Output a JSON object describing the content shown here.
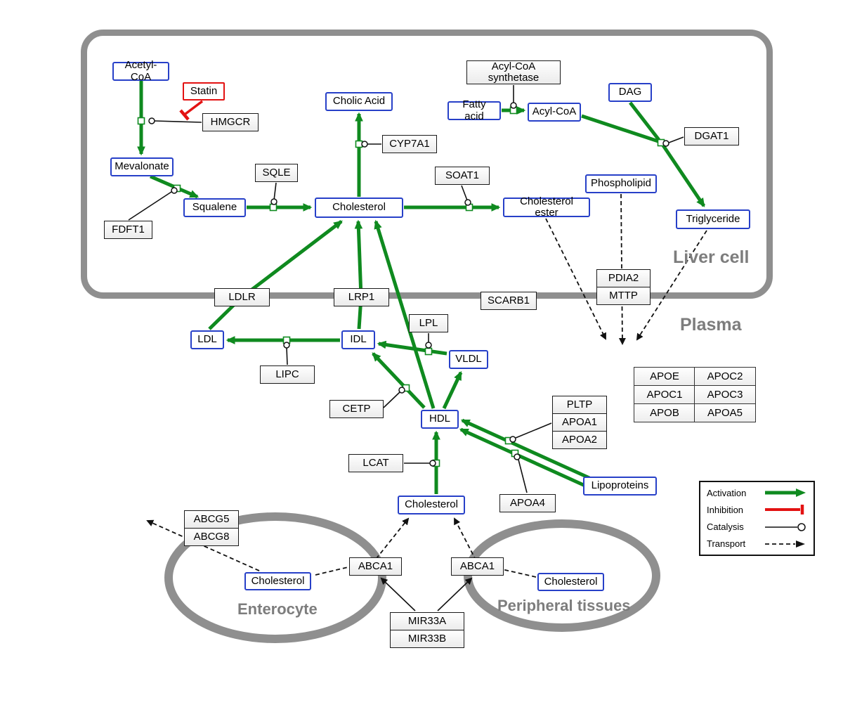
{
  "regions": {
    "liver": "Liver cell",
    "plasma": "Plasma",
    "enterocyte": "Enterocyte",
    "peripheral": "Peripheral tissues"
  },
  "nodes": {
    "acetyl_coa": "Acetyl-CoA",
    "statin": "Statin",
    "hmgcr": "HMGCR",
    "mevalonate": "Mevalonate",
    "fdft1": "FDFT1",
    "squalene": "Squalene",
    "sqle": "SQLE",
    "cholesterol_liver": "Cholesterol",
    "cholic_acid": "Cholic Acid",
    "cyp7a1": "CYP7A1",
    "soat1": "SOAT1",
    "cholesterol_ester": "Cholesterol ester",
    "acyl_coa_synthetase": "Acyl-CoA synthetase",
    "fatty_acid": "Fatty acid",
    "acyl_coa": "Acyl-CoA",
    "dag": "DAG",
    "dgat1": "DGAT1",
    "phospholipid": "Phospholipid",
    "triglyceride": "Triglyceride",
    "pdia2": "PDIA2",
    "mttp": "MTTP",
    "ldlr": "LDLR",
    "lrp1": "LRP1",
    "scarb1": "SCARB1",
    "ldl": "LDL",
    "idl": "IDL",
    "vldl": "VLDL",
    "lipc": "LIPC",
    "lpl": "LPL",
    "cetp": "CETP",
    "hdl": "HDL",
    "pltp": "PLTP",
    "apoa1": "APOA1",
    "apoa2": "APOA2",
    "lcat": "LCAT",
    "apoa4": "APOA4",
    "lipoproteins": "Lipoproteins",
    "cholesterol_plasma": "Cholesterol",
    "abcg5": "ABCG5",
    "abcg8": "ABCG8",
    "cholesterol_enterocyte": "Cholesterol",
    "abca1_left": "ABCA1",
    "abca1_right": "ABCA1",
    "cholesterol_peripheral": "Cholesterol",
    "mir33a": "MIR33A",
    "mir33b": "MIR33B"
  },
  "apo_table": [
    [
      "APOE",
      "APOC2"
    ],
    [
      "APOC1",
      "APOC3"
    ],
    [
      "APOB",
      "APOA5"
    ]
  ],
  "legend": {
    "activation": "Activation",
    "inhibition": "Inhibition",
    "catalysis": "Catalysis",
    "transport": "Transport"
  },
  "colors": {
    "activation": "#0f8a1f",
    "inhibition": "#e31212",
    "entity_border": "#2740c8",
    "membrane": "#8f8f8f"
  }
}
